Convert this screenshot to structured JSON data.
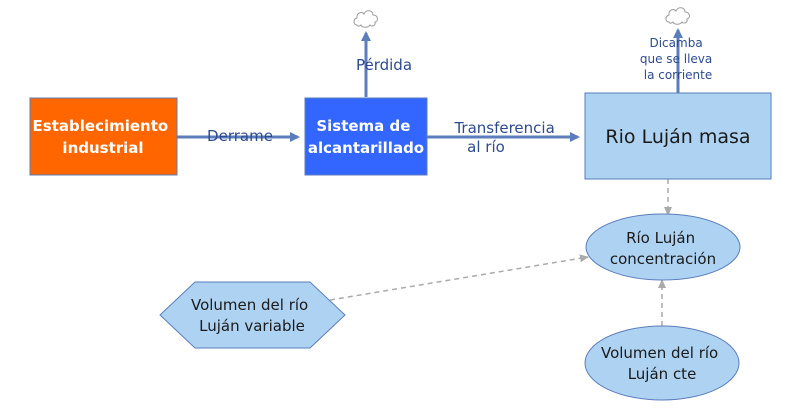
{
  "nodes": {
    "establecimiento": {
      "lines": [
        "Establecimiento",
        "industrial"
      ],
      "color": "#ff6600"
    },
    "sistema": {
      "lines": [
        "Sistema de",
        "alcantarillado"
      ],
      "color": "#3366ff"
    },
    "rio_masa": {
      "lines": [
        "Rio Luján masa"
      ],
      "color": "#aed3f2"
    },
    "rio_concentracion": {
      "lines": [
        "Río Luján",
        "concentración"
      ],
      "color": "#aed3f2"
    },
    "volumen_variable": {
      "lines": [
        "Volumen del río",
        "Luján variable"
      ],
      "color": "#aed3f2"
    },
    "volumen_cte": {
      "lines": [
        "Volumen del río",
        "Luján cte"
      ],
      "color": "#aed3f2"
    }
  },
  "flows": {
    "derrame": {
      "lines": [
        "Derrame"
      ]
    },
    "transferencia": {
      "lines": [
        "Transferencia",
        "al río"
      ]
    },
    "perdida": {
      "lines": [
        "Pérdida"
      ]
    },
    "dicamba": {
      "lines": [
        "Dicamba",
        "que se lleva",
        "la corriente"
      ]
    }
  },
  "colors": {
    "flow_line": "#5b7dbb",
    "link_dashed": "#aaaaaa",
    "node_border": "#5b7dbb"
  }
}
